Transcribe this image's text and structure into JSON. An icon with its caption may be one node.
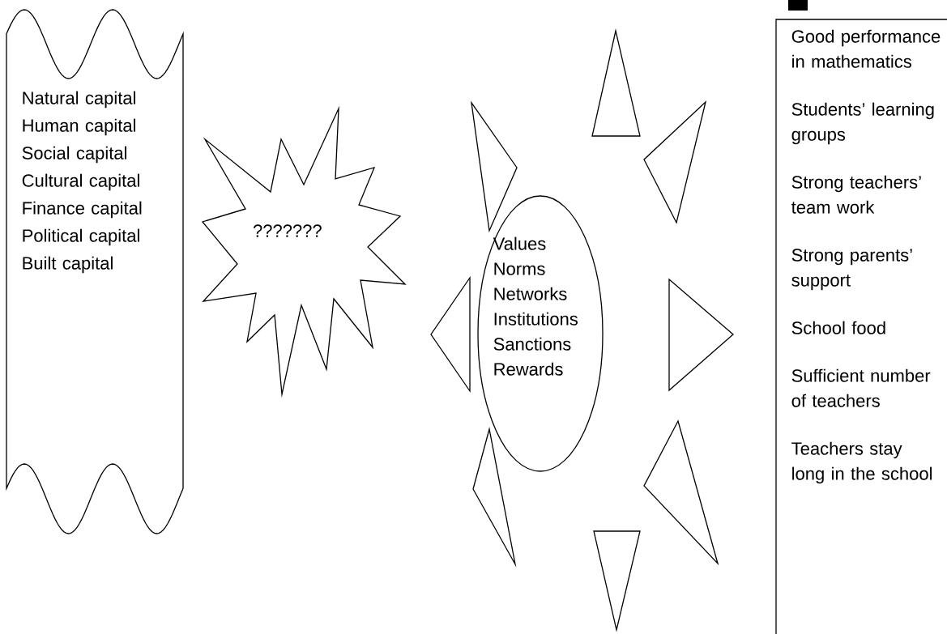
{
  "diagram": {
    "nodes": [
      {
        "text": [
          "Natural capital",
          "Human capital",
          "Social capital",
          "Cultural capital",
          "Finance capital",
          "Political capital",
          "Built capital"
        ]
      },
      {
        "text": [
          "???????"
        ]
      },
      {
        "text": [
          "Values",
          "Norms",
          "Networks",
          "Institutions",
          "Sanctions",
          "Rewards"
        ]
      },
      {
        "text": [
          "Good performance in mathematics",
          "Students’ learning groups",
          "Strong teachers’ team work",
          "Strong parents’ support",
          "School food",
          "Sufficient number of teachers",
          "Teachers stay long in the school"
        ]
      }
    ]
  }
}
